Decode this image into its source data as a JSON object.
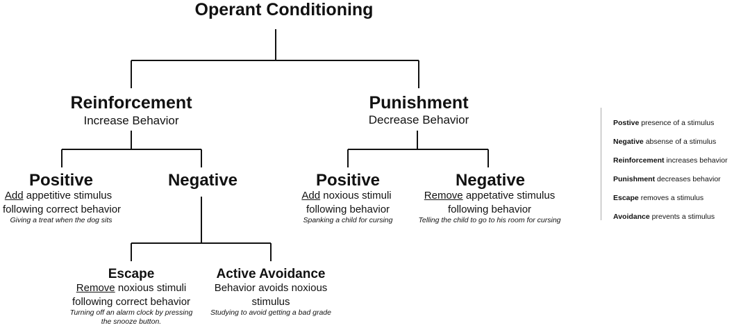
{
  "title": "Operant Conditioning",
  "reinforcement": {
    "title": "Reinforcement",
    "subtitle": "Increase Behavior",
    "positive": {
      "title": "Positive",
      "verb": "Add",
      "line1_rest": "appetitive stimulus",
      "line2": "following correct behavior",
      "example": "Giving a treat when the dog sits"
    },
    "negative": {
      "title": "Negative",
      "escape": {
        "title": "Escape",
        "verb": "Remove",
        "line1_rest": "noxious stimuli",
        "line2": "following correct behavior",
        "example_line1": "Turning off an alarm clock by pressing",
        "example_line2": "the snooze button."
      },
      "avoidance": {
        "title": "Active Avoidance",
        "line1": "Behavior avoids noxious",
        "line2": "stimulus",
        "example": "Studying to avoid getting a bad grade"
      }
    }
  },
  "punishment": {
    "title": "Punishment",
    "subtitle": "Decrease Behavior",
    "positive": {
      "title": "Positive",
      "verb": "Add",
      "line1_rest": "noxious stimuli",
      "line2": "following behavior",
      "example": "Spanking a child for cursing"
    },
    "negative": {
      "title": "Negative",
      "verb": "Remove",
      "line1_rest": "appetative stimulus",
      "line2": "following behavior",
      "example": "Telling the child to go to his room for cursing"
    }
  },
  "legend": [
    {
      "term": "Postive",
      "definition": "presence of a stimulus"
    },
    {
      "term": "Negative",
      "definition": "absense of a stimulus"
    },
    {
      "term": "Reinforcement",
      "definition": "increases behavior"
    },
    {
      "term": "Punishment",
      "definition": "decreases behavior"
    },
    {
      "term": "Escape",
      "definition": "removes a stimulus"
    },
    {
      "term": "Avoidance",
      "definition": "prevents a stimulus"
    }
  ]
}
